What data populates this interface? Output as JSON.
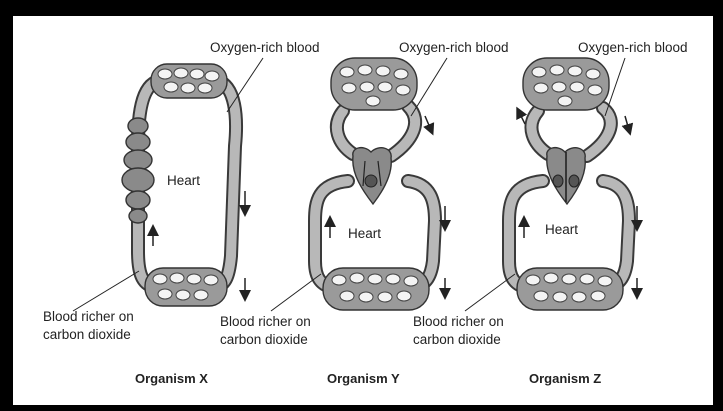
{
  "organisms": [
    {
      "title": "Organism X",
      "top_label": "Oxygen-rich blood",
      "heart_label": "Heart",
      "bottom_label_line1": "Blood richer on",
      "bottom_label_line2": "carbon dioxide"
    },
    {
      "title": "Organism Y",
      "top_label": "Oxygen-rich blood",
      "heart_label": "Heart",
      "bottom_label_line1": "Blood richer on",
      "bottom_label_line2": "carbon dioxide"
    },
    {
      "title": "Organism Z",
      "top_label": "Oxygen-rich blood",
      "heart_label": "Heart",
      "bottom_label_line1": "Blood richer on",
      "bottom_label_line2": "carbon dioxide"
    }
  ]
}
